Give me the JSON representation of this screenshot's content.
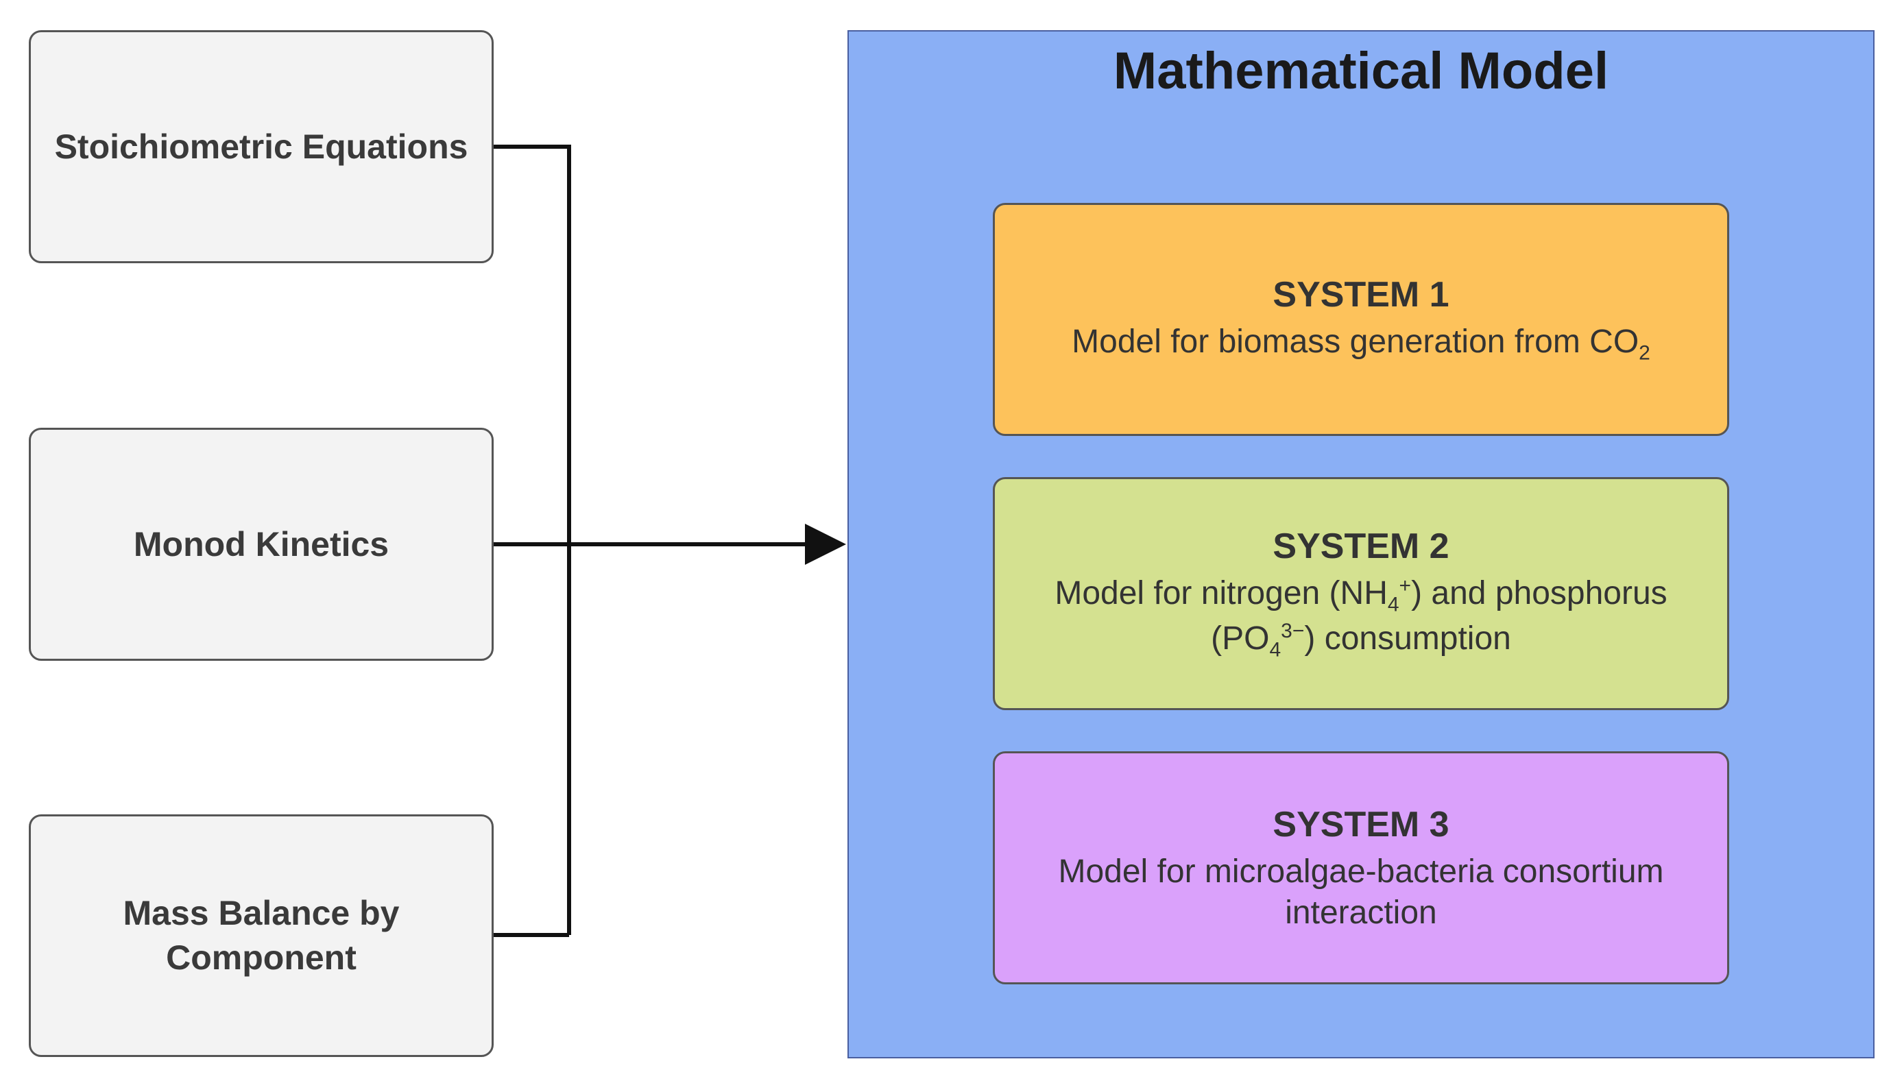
{
  "inputs": {
    "stoichiometric": "Stoichiometric Equations",
    "monod": "Monod Kinetics",
    "mass_balance_line1": "Mass Balance by",
    "mass_balance_line2": "Component"
  },
  "model": {
    "title": "Mathematical Model",
    "systems": [
      {
        "title": "SYSTEM 1",
        "desc_a": "Model for biomass generation from CO",
        "desc_sub": "2"
      },
      {
        "title": "SYSTEM 2",
        "desc_a": "Model for nitrogen (NH",
        "desc_sub1": "4",
        "desc_sup1": "+",
        "desc_b": ") and phosphorus",
        "desc_c": "(PO",
        "desc_sub2": "4",
        "desc_sup2": "3−",
        "desc_d": ") consumption"
      },
      {
        "title": "SYSTEM 3",
        "desc_line1": "Model for microalgae-bacteria consortium",
        "desc_line2": "interaction"
      }
    ]
  },
  "colors": {
    "panel": "#8aaff5",
    "system1": "#fdc25b",
    "system2": "#d4e190",
    "system3": "#daa1fb",
    "input_box": "#f3f3f3"
  }
}
